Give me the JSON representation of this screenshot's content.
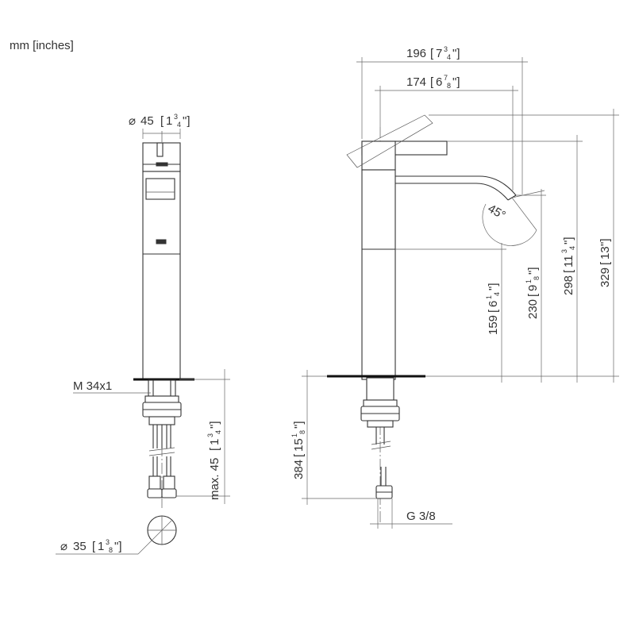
{
  "unit_label": "mm [inches]",
  "dims": {
    "d45": {
      "mm": "45",
      "num": "3",
      "den": "4",
      "whole": "1"
    },
    "d35": {
      "mm": "35",
      "num": "3",
      "den": "8",
      "whole": "1"
    },
    "m34": "M 34x1",
    "max45": {
      "mm": "max. 45",
      "num": "3",
      "den": "4",
      "whole": "1"
    },
    "w196": {
      "mm": "196",
      "num": "3",
      "den": "4",
      "whole": "7"
    },
    "w174": {
      "mm": "174",
      "num": "7",
      "den": "8",
      "whole": "6"
    },
    "angle": "45°",
    "h159": {
      "mm": "159",
      "num": "1",
      "den": "4",
      "whole": "6"
    },
    "h230": {
      "mm": "230",
      "num": "1",
      "den": "8",
      "whole": "9"
    },
    "h298": {
      "mm": "298",
      "num": "3",
      "den": "4",
      "whole": "11"
    },
    "h329": {
      "mm": "329",
      "whole": "13"
    },
    "h384": {
      "mm": "384",
      "num": "1",
      "den": "8",
      "whole": "15"
    },
    "g38": "G 3/8"
  }
}
